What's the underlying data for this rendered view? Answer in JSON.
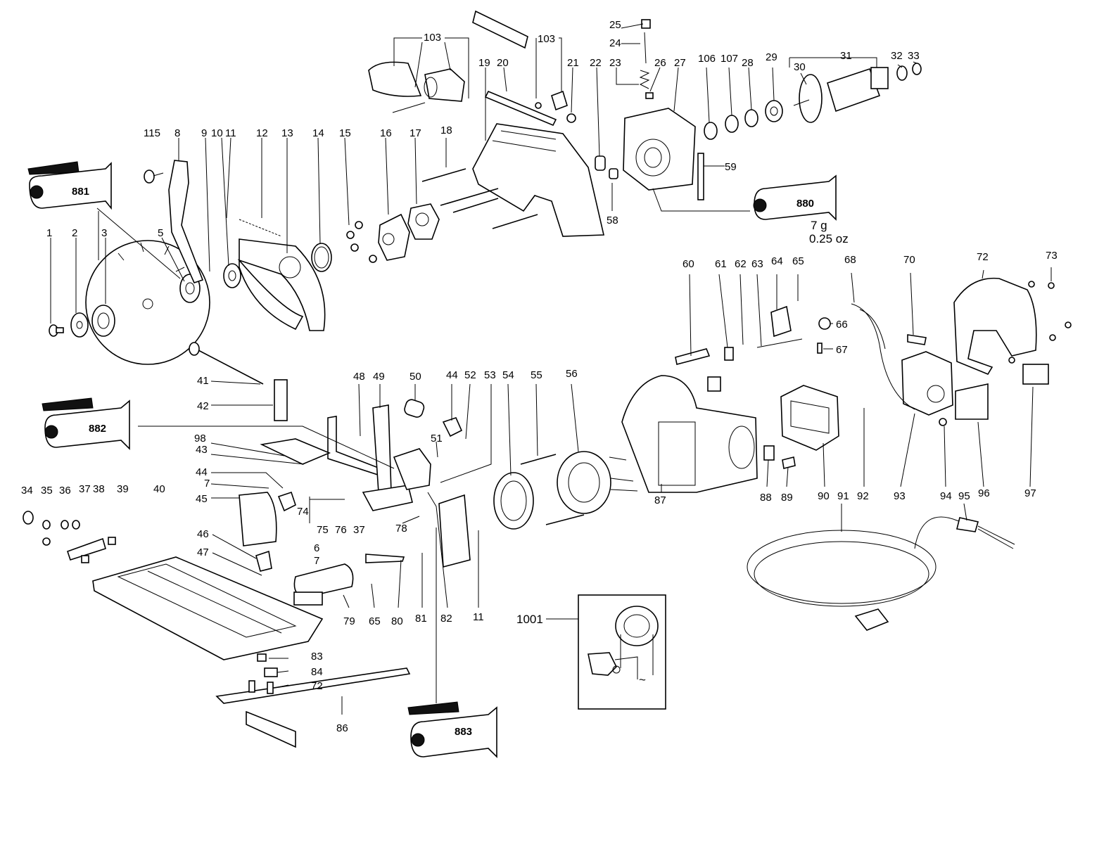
{
  "labels": [
    {
      "id": "l1",
      "text": "1"
    },
    {
      "id": "l2",
      "text": "2"
    },
    {
      "id": "l3",
      "text": "3"
    },
    {
      "id": "l5",
      "text": "5"
    },
    {
      "id": "l8",
      "text": "8"
    },
    {
      "id": "l9",
      "text": "9"
    },
    {
      "id": "l10",
      "text": "10"
    },
    {
      "id": "l11a",
      "text": "11"
    },
    {
      "id": "l12",
      "text": "12"
    },
    {
      "id": "l13",
      "text": "13"
    },
    {
      "id": "l14",
      "text": "14"
    },
    {
      "id": "l15",
      "text": "15"
    },
    {
      "id": "l16",
      "text": "16"
    },
    {
      "id": "l17",
      "text": "17"
    },
    {
      "id": "l18",
      "text": "18"
    },
    {
      "id": "l19",
      "text": "19"
    },
    {
      "id": "l20",
      "text": "20"
    },
    {
      "id": "l21",
      "text": "21"
    },
    {
      "id": "l22",
      "text": "22"
    },
    {
      "id": "l23",
      "text": "23"
    },
    {
      "id": "l24",
      "text": "24"
    },
    {
      "id": "l25",
      "text": "25"
    },
    {
      "id": "l26",
      "text": "26"
    },
    {
      "id": "l27",
      "text": "27"
    },
    {
      "id": "l28",
      "text": "28"
    },
    {
      "id": "l29",
      "text": "29"
    },
    {
      "id": "l30",
      "text": "30"
    },
    {
      "id": "l31",
      "text": "31"
    },
    {
      "id": "l32",
      "text": "32"
    },
    {
      "id": "l33",
      "text": "33"
    },
    {
      "id": "l34",
      "text": "34"
    },
    {
      "id": "l35",
      "text": "35"
    },
    {
      "id": "l36",
      "text": "36"
    },
    {
      "id": "l37a",
      "text": "37"
    },
    {
      "id": "l38",
      "text": "38"
    },
    {
      "id": "l39",
      "text": "39"
    },
    {
      "id": "l40",
      "text": "40"
    },
    {
      "id": "l41",
      "text": "41"
    },
    {
      "id": "l42",
      "text": "42"
    },
    {
      "id": "l43",
      "text": "43"
    },
    {
      "id": "l44a",
      "text": "44"
    },
    {
      "id": "l44b",
      "text": "44"
    },
    {
      "id": "l45",
      "text": "45"
    },
    {
      "id": "l46",
      "text": "46"
    },
    {
      "id": "l47",
      "text": "47"
    },
    {
      "id": "l48",
      "text": "48"
    },
    {
      "id": "l49",
      "text": "49"
    },
    {
      "id": "l50",
      "text": "50"
    },
    {
      "id": "l51",
      "text": "51"
    },
    {
      "id": "l52",
      "text": "52"
    },
    {
      "id": "l53",
      "text": "53"
    },
    {
      "id": "l54",
      "text": "54"
    },
    {
      "id": "l55",
      "text": "55"
    },
    {
      "id": "l56",
      "text": "56"
    },
    {
      "id": "l58",
      "text": "58"
    },
    {
      "id": "l59",
      "text": "59"
    },
    {
      "id": "l60",
      "text": "60"
    },
    {
      "id": "l61",
      "text": "61"
    },
    {
      "id": "l62",
      "text": "62"
    },
    {
      "id": "l63",
      "text": "63"
    },
    {
      "id": "l64",
      "text": "64"
    },
    {
      "id": "l65a",
      "text": "65"
    },
    {
      "id": "l65b",
      "text": "65"
    },
    {
      "id": "l66",
      "text": "66"
    },
    {
      "id": "l67",
      "text": "67"
    },
    {
      "id": "l68",
      "text": "68"
    },
    {
      "id": "l70",
      "text": "70"
    },
    {
      "id": "l72a",
      "text": "72"
    },
    {
      "id": "l72b",
      "text": "72"
    },
    {
      "id": "l73",
      "text": "73"
    },
    {
      "id": "l74",
      "text": "74"
    },
    {
      "id": "l75",
      "text": "75"
    },
    {
      "id": "l76",
      "text": "76"
    },
    {
      "id": "l37b",
      "text": "37"
    },
    {
      "id": "l78",
      "text": "78"
    },
    {
      "id": "l79",
      "text": "79"
    },
    {
      "id": "l80",
      "text": "80"
    },
    {
      "id": "l81",
      "text": "81"
    },
    {
      "id": "l82",
      "text": "82"
    },
    {
      "id": "l11b",
      "text": "11"
    },
    {
      "id": "l83",
      "text": "83"
    },
    {
      "id": "l84",
      "text": "84"
    },
    {
      "id": "l86",
      "text": "86"
    },
    {
      "id": "l87",
      "text": "87"
    },
    {
      "id": "l88",
      "text": "88"
    },
    {
      "id": "l89",
      "text": "89"
    },
    {
      "id": "l90",
      "text": "90"
    },
    {
      "id": "l91",
      "text": "91"
    },
    {
      "id": "l92",
      "text": "92"
    },
    {
      "id": "l93",
      "text": "93"
    },
    {
      "id": "l94",
      "text": "94"
    },
    {
      "id": "l95",
      "text": "95"
    },
    {
      "id": "l96",
      "text": "96"
    },
    {
      "id": "l97",
      "text": "97"
    },
    {
      "id": "l98",
      "text": "98"
    },
    {
      "id": "l103a",
      "text": "103"
    },
    {
      "id": "l103b",
      "text": "103"
    },
    {
      "id": "l106",
      "text": "106"
    },
    {
      "id": "l107",
      "text": "107"
    },
    {
      "id": "l115",
      "text": "115"
    },
    {
      "id": "l6",
      "text": "6"
    },
    {
      "id": "l7a",
      "text": "7"
    },
    {
      "id": "l7b",
      "text": "7"
    },
    {
      "id": "l1001",
      "text": "1001"
    }
  ],
  "tubes": {
    "t881": "881",
    "t880": "880",
    "t882": "882",
    "t883": "883"
  },
  "grease_note": {
    "metric": "7 g",
    "imperial": "0.25 oz"
  },
  "symbol": {
    "ac": "~"
  }
}
